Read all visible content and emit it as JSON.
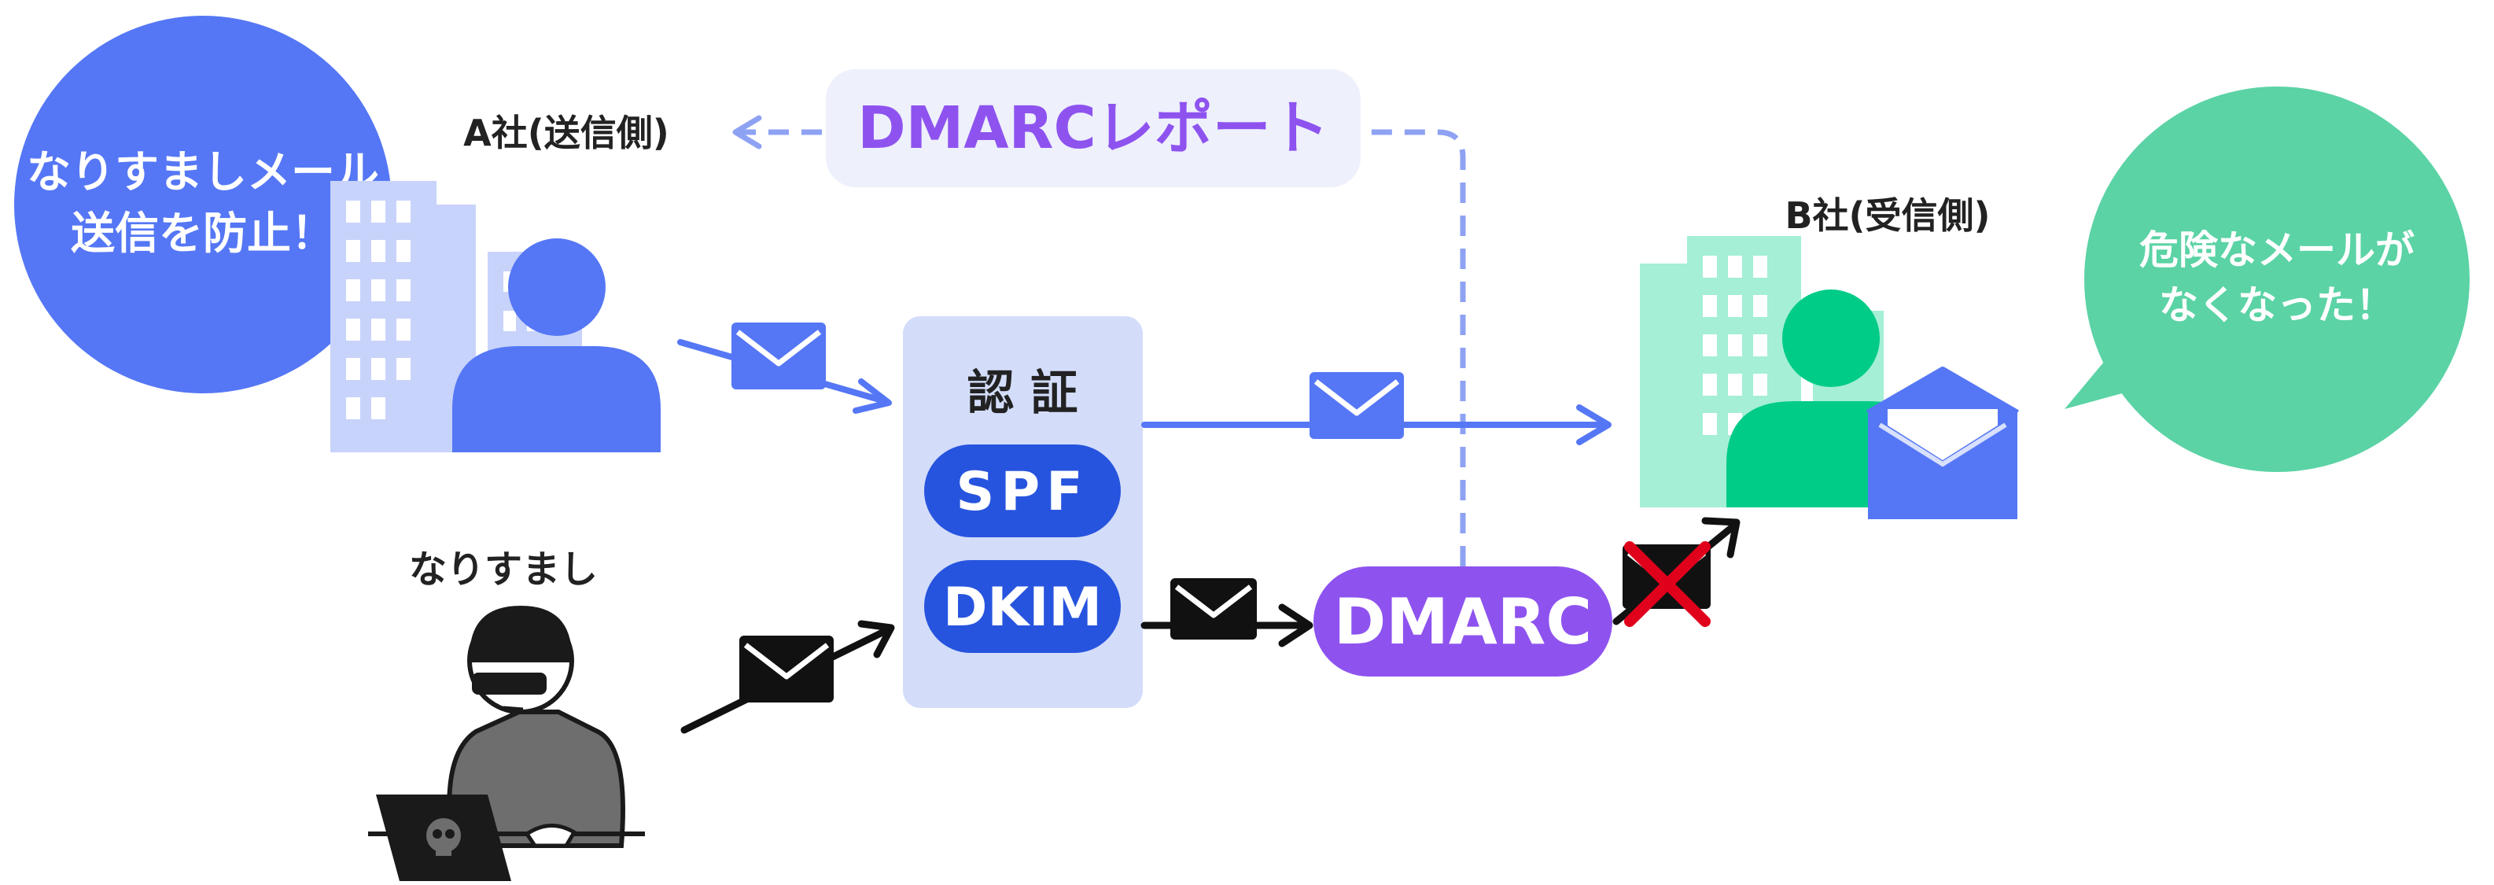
{
  "company_a_label": "A社(送信側)",
  "company_b_label": "B社(受信側)",
  "spoofer_label": "なりすまし",
  "dmarc_report_label": "DMARCレポート",
  "auth_title": "認 証",
  "spf_label": "SPF",
  "dkim_label": "DKIM",
  "dmarc_label": "DMARC",
  "bubble_left": {
    "line1": "なりすましメール",
    "line2": "送信を防止！"
  },
  "bubble_right": {
    "line1": "危険なメールが",
    "line2": "なくなった！"
  },
  "colors": {
    "blue": "#5577f5",
    "light_blue": "#c8d3fb",
    "auth_box": "#d3ddfa",
    "button_blue": "#2754de",
    "purple": "#8e53ef",
    "green": "#00cc88",
    "light_green": "#a4efd5",
    "bubble_green": "#5bd3a5",
    "report_bg": "#eef0fc",
    "dashed": "#8ea2f3",
    "reject": "#e0001b"
  }
}
